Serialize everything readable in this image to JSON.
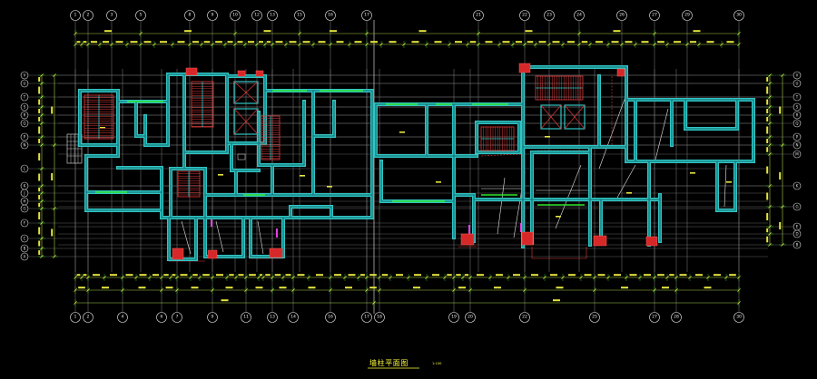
{
  "drawing": {
    "title": "墙柱平面图",
    "scale": "1:100"
  },
  "axes": {
    "top": [
      "1",
      "2",
      "3",
      "5",
      "8",
      "9",
      "10",
      "12",
      "13",
      "15",
      "16",
      "17",
      "21",
      "22",
      "23",
      "24",
      "26",
      "27",
      "29",
      "30"
    ],
    "bottom": [
      "1",
      "2",
      "4",
      "6",
      "7",
      "9",
      "11",
      "13",
      "14",
      "16",
      "17",
      "18",
      "19",
      "20",
      "22",
      "25",
      "27",
      "28",
      "30"
    ],
    "left": [
      "V",
      "U",
      "T",
      "S",
      "R",
      "Q",
      "P",
      "N",
      "L",
      "K",
      "J",
      "H",
      "G",
      "F",
      "C",
      "B",
      "A"
    ],
    "right": [
      "V",
      "U",
      "T",
      "S",
      "R",
      "Q",
      "P",
      "N",
      "M",
      "K",
      "G",
      "E",
      "D",
      "B"
    ]
  },
  "colors": {
    "background": "#000000",
    "wall": "#33c4c4",
    "wall_core": "#137a7a",
    "column": "#d62828",
    "stair": "#e23a3a",
    "window": "#2ee62e",
    "grid": "#7e7e7e",
    "dimension": "#a8d04a",
    "dimension_text": "#e6e640",
    "annotation": "#e8e8e8",
    "marker": "#e040e0",
    "bubble": "#e6e6e6",
    "title": "#ffff3c"
  }
}
